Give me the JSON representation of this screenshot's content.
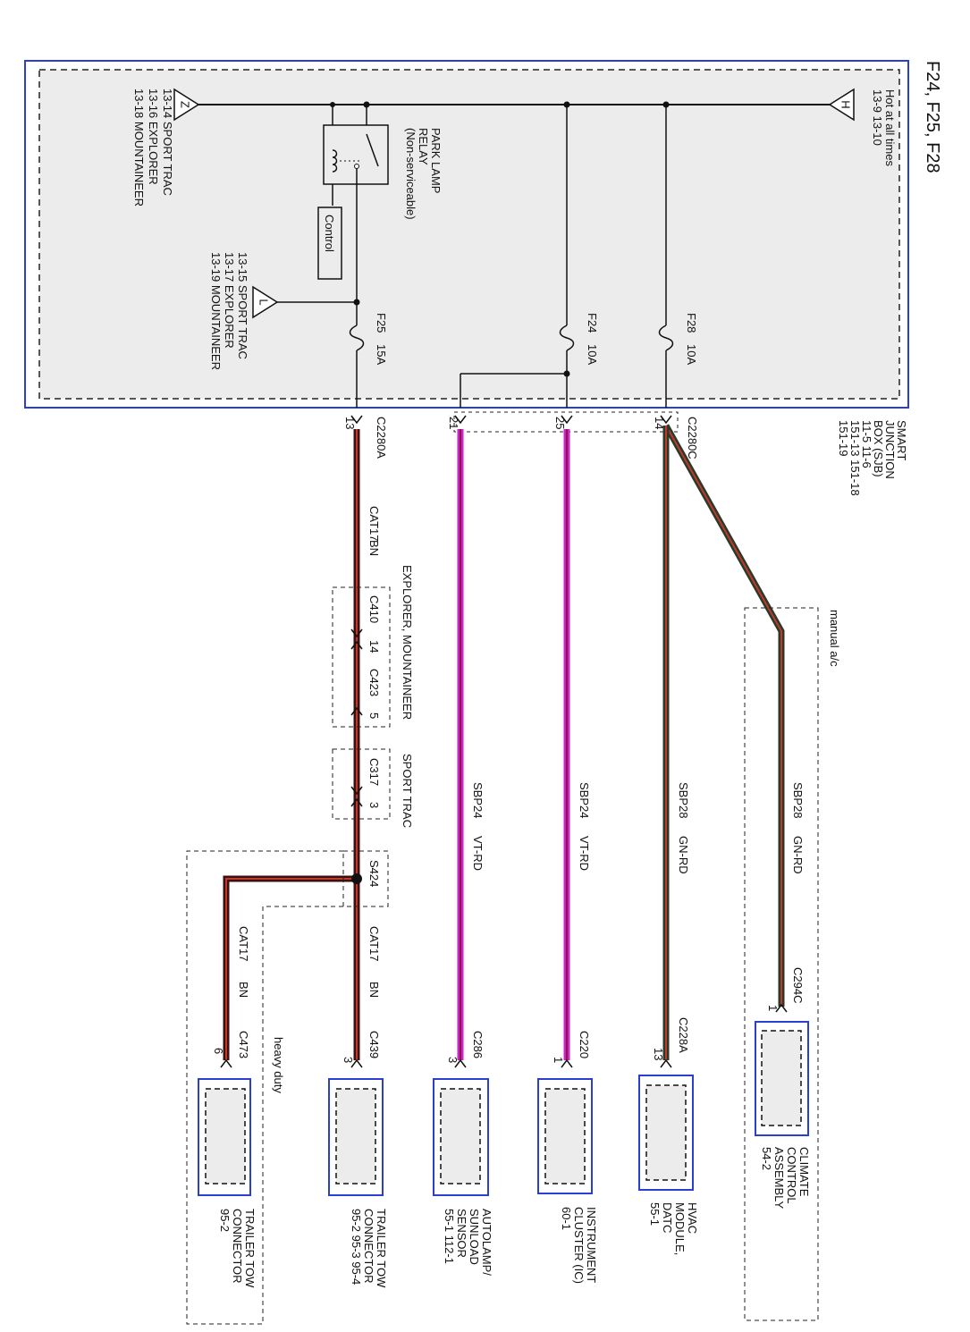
{
  "title": "F24, F25, F28",
  "colors": {
    "brown_wire": "#5a1a1a",
    "brown_stripe": "#c0392b",
    "violet_wire": "#cc22cc",
    "green_wire": "#2a3a2a",
    "box_border": "#2a3fd0",
    "box_fill": "#ececec"
  },
  "sjb": {
    "hot_label": "Hot at all times",
    "hot_pages": "13-9    13-10",
    "hot_icon": "H",
    "z_icon": "Z",
    "z_refs": [
      "13-14  SPORT TRAC",
      "13-16  EXPLORER",
      "13-18  MOUNTAINEER"
    ],
    "l_icon": "L",
    "l_refs": [
      "13-15 SPORT TRAC",
      "13-17 EXPLORER",
      "13-19 MOUNTAINEER"
    ],
    "relay_lines": [
      "PARK LAMP",
      "RELAY",
      "(Non-serviceable)"
    ],
    "control_label": "Control",
    "fuses": [
      {
        "name": "F28",
        "rating": "10A"
      },
      {
        "name": "F24",
        "rating": "10A"
      },
      {
        "name": "F25",
        "rating": "15A"
      }
    ],
    "box_lines": [
      "SMART",
      "JUNCTION",
      "BOX (SJB)",
      "11-5      11-6",
      "151-13        151-18",
      "151-19"
    ]
  },
  "connectors": {
    "c2280c": "C2280C",
    "c2280a": "C2280A",
    "pins": {
      "p14": "14",
      "p25": "25",
      "p21": "21",
      "p13": "13"
    }
  },
  "wires": {
    "climate": {
      "circuit": "SBP28",
      "color": "GN-RD"
    },
    "hvac": {
      "circuit": "SBP28",
      "color": "GN-RD"
    },
    "cluster": {
      "circuit": "SBP24",
      "color": "VT-RD"
    },
    "autolamp": {
      "circuit": "SBP24",
      "color": "VT-RD"
    },
    "trailer_main": {
      "circuit": "CAT17",
      "color": "BN"
    },
    "trailer_lower": {
      "circuit": "CAT17",
      "color": "BN"
    },
    "trailer_branch": {
      "circuit": "CAT17",
      "color": "BN"
    }
  },
  "manual_ac": "manual a/c",
  "inline": {
    "explorer_label": "EXPLORER, MOUNTAINEER",
    "c410": "C410",
    "c410_pin": "14",
    "c423": "C423",
    "c423_pin": "5",
    "sport_label": "SPORT TRAC",
    "c317": "C317",
    "c317_pin": "3",
    "splice": "S424",
    "heavy_duty": "heavy duty"
  },
  "components": [
    {
      "id": "climate",
      "connector": "C294C",
      "pin": "1",
      "lines": [
        "CLIMATE",
        "CONTROL",
        "ASSEMBLY",
        "54-2"
      ]
    },
    {
      "id": "hvac",
      "connector": "C228A",
      "pin": "13",
      "lines": [
        "HVAC",
        "MODULE,",
        "DATC",
        "55-1"
      ]
    },
    {
      "id": "cluster",
      "connector": "C220",
      "pin": "1",
      "lines": [
        "INSTRUMENT",
        "CLUSTER (IC)",
        "60-1"
      ]
    },
    {
      "id": "autolamp",
      "connector": "C286",
      "pin": "3",
      "lines": [
        "AUTOLAMP/",
        "SUNLOAD",
        "SENSOR",
        "55-1      112-1"
      ]
    },
    {
      "id": "trailer1",
      "connector": "C439",
      "pin": "3",
      "lines": [
        "TRAILER TOW",
        "CONNECTOR",
        "95-2    95-3      95-4"
      ]
    },
    {
      "id": "trailer2",
      "connector": "C473",
      "pin": "6",
      "lines": [
        "TRAILER TOW",
        "CONNECTOR",
        "95-2"
      ]
    }
  ]
}
